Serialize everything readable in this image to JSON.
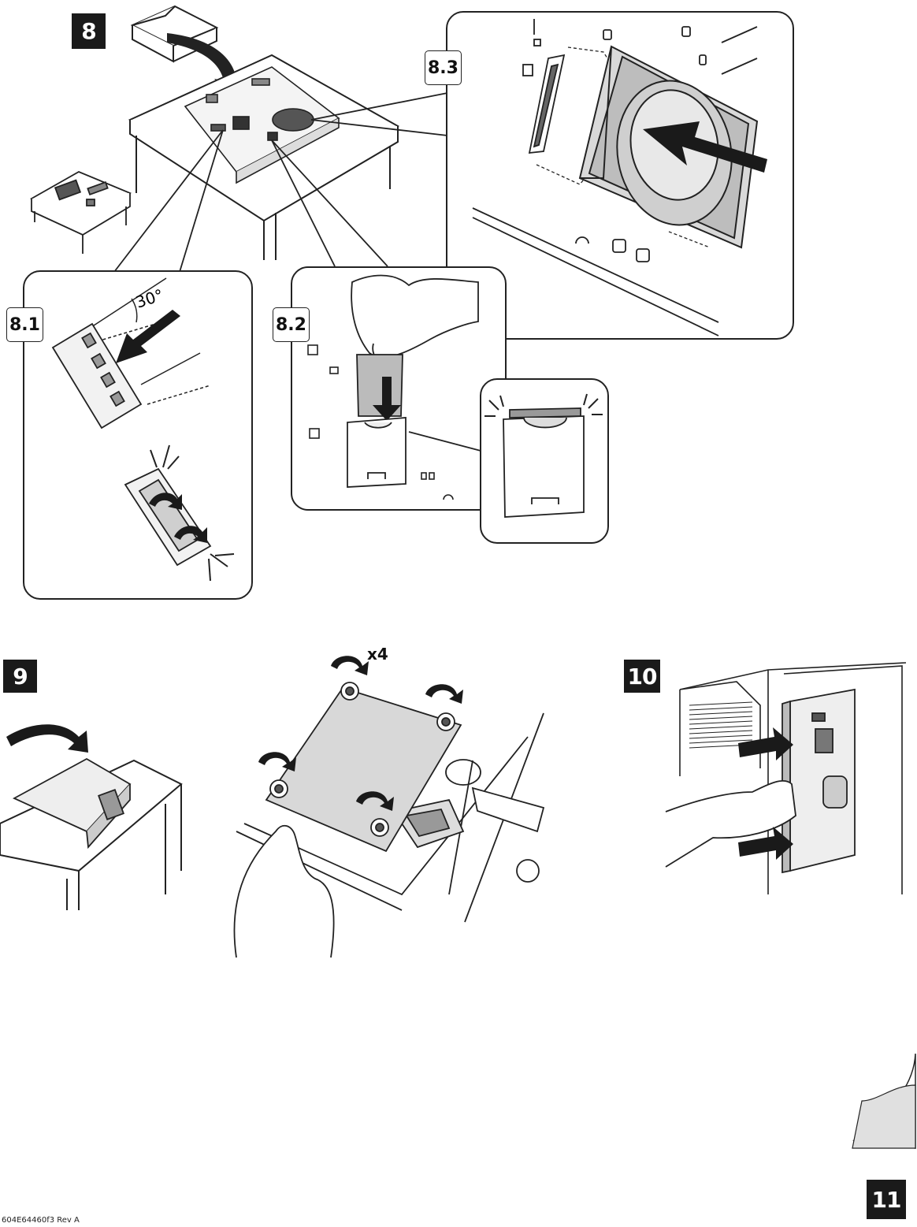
{
  "steps": {
    "s8": "8",
    "s9": "9",
    "s10": "10",
    "s11": "11"
  },
  "substeps": {
    "s8_1": "8.1",
    "s8_2": "8.2",
    "s8_3": "8.3"
  },
  "annotations": {
    "angle": "30°",
    "screw_count": "x4"
  },
  "footer": {
    "doc_code": "604E64460f3 Rev A"
  },
  "icons": [
    "box-icon",
    "arrow-icon",
    "circuit-board-icon",
    "memory-module-icon",
    "hard-drive-icon",
    "hand-icon",
    "rotate-screw-icon",
    "printer-icon",
    "next-page-arrow-icon"
  ]
}
